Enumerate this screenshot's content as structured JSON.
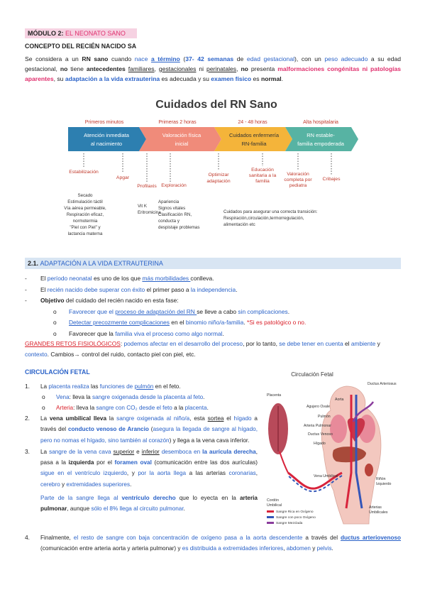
{
  "module_header": {
    "prefix": "MÓDULO 2:",
    "title": "EL NEONATO SANO"
  },
  "concept_title": "CONCEPTO DEL RECIÉN NACIDO SA",
  "intro": {
    "t1": "Se considera a un ",
    "t2": "RN sano",
    "t3": " cuando ",
    "t4": "nace ",
    "t5": "a término",
    "t6": " (",
    "t7": "37- 42 semanas",
    "t8": " de ",
    "t9": "edad gestacional",
    "t10": "), con un ",
    "t11": "peso adecuado",
    "t12": " a su edad gestacional, ",
    "t13": "no",
    "t14": " tiene ",
    "t15": "antecedentes",
    "t16": " ",
    "t17": "familiares",
    "t18": ", ",
    "t19": "gestacionales",
    "t20": " ni ",
    "t21": "perinatales",
    "t22": ", ",
    "t23": "no",
    "t24": " presenta ",
    "t25": "malformaciones congénitas ni patologías aparentes",
    "t26": ", su ",
    "t27": "adaptación a la vida extrauterina",
    "t28": " es adecuada y su ",
    "t29": "examen físico",
    "t30": " es ",
    "t31": "normal",
    "t32": "."
  },
  "infographic": {
    "title": "Cuidados del RN Sano",
    "phases": [
      {
        "label": "Primeros minutos",
        "box": "Atención inmediata al nacimiento",
        "color": "#2d7fb0"
      },
      {
        "label": "Primeras 2 horas",
        "box": "Valoración física inicial",
        "color": "#f08b7a"
      },
      {
        "label": "24 - 48 horas",
        "box": "Cuidados enfermería RN-familia",
        "color": "#f4b43a"
      },
      {
        "label": "Alta hospitalaria",
        "box": "RN estable- familia empoderada",
        "color": "#57b3a3"
      }
    ],
    "milestones": [
      {
        "label": "Estabilización",
        "desc": "Secado\nEstimulación táctil\nVía aérea permeable,\nRespiración eficaz,\nnormotermia\n\"Piel con Piel\" y\nlactancia materna"
      },
      {
        "label": "Apgar",
        "desc": ""
      },
      {
        "label": "Profilaxis",
        "desc": "Vit K\nEritromicina"
      },
      {
        "label": "Exploración",
        "desc": "Apariencia\nSignos vitales\nClasificación RN,\nconducta y\ndespistaje problemas"
      },
      {
        "label": "Optimizar adaptación",
        "desc": ""
      },
      {
        "label": "Educación sanitaria a la familia",
        "desc": ""
      },
      {
        "label": "Valoración completa por pediatra",
        "desc": ""
      },
      {
        "label": "Cribajes",
        "desc": ""
      }
    ],
    "transition_note": "Cuidados para asegurar una correcta transición: Respiración,circulación,termorregulación, alimentación etc"
  },
  "section21": {
    "num": "2.1.",
    "title": "ADAPTACIÓN A LA VIDA EXTRAUTERINA"
  },
  "bullets": {
    "b1": {
      "a": "El ",
      "b": "período neonatal",
      "c": " es uno de los que ",
      "d": "más morbilidades ",
      "e": "conlleva."
    },
    "b2": {
      "a": "El ",
      "b": "recién nacido debe superar con éxito",
      "c": " el primer paso a ",
      "d": "la independencia",
      "e": "."
    },
    "b3": {
      "a": "Objetivo",
      "b": " del cuidado del recién nacido en esta fase:"
    },
    "s1": {
      "a": "Favorecer que el ",
      "b": "proceso de adaptación del RN ",
      "c": "se lleve a cabo ",
      "d": "sin complicaciones",
      "e": "."
    },
    "s2": {
      "a": "Detectar precozmente complicaciones",
      "b": " en el ",
      "c": "binomio niño/a-familia",
      "d": ". ",
      "e": "*Si es patológico o no."
    },
    "s3": {
      "a": "Favorecer que la ",
      "b": "familia viva el proceso como algo normal",
      "c": "."
    }
  },
  "retos": {
    "a": "GRANDES RETOS FISIOLÓGICOS",
    "b": ": ",
    "c": "podemos afectar en el desarrollo del proceso",
    "d": ", por lo tanto, ",
    "e": "se debe tener en cuenta",
    "f": " el ",
    "g": "ambiente",
    "h": " y ",
    "i": "contexto",
    "j": ". Cambios→  control del ruido, contacto piel con piel, etc."
  },
  "fetal": {
    "title": "CIRCULACIÓN FETAL",
    "items": {
      "n1": "1.",
      "n2": "2.",
      "n3": "3.",
      "n4": "4.",
      "i1": {
        "a": "La ",
        "b": "placenta realiza",
        "c": " las ",
        "d": "funciones de ",
        "e": "pulmón",
        "f": " en el feto."
      },
      "i1a": {
        "a": "Vena",
        "b": ": lleva la ",
        "c": "sangre oxigenada desde la placenta al feto",
        "d": "."
      },
      "i1b": {
        "a": "Arteria",
        "b": ": lleva la ",
        "c": "sangre con CO₂ desde el feto",
        "d": " a la ",
        "e": "placenta",
        "f": "."
      },
      "i2": {
        "a": "La ",
        "b": "vena umbilical lleva",
        "c": " la ",
        "d": "sangre oxigenada al niño/a",
        "e": ", esta ",
        "f": "sortea",
        "g": " el ",
        "h": "hígado",
        "i": " a través del ",
        "j": "conducto venoso de Arancio",
        "k": " (",
        "l": "asegura la llegada de sangre al hígado, pero no nomas el hígado, sino también al corazón",
        "m": ") y llega a la vena cava inferior."
      },
      "i3": {
        "a": "La ",
        "b": "sangre de la vena cava ",
        "c": "superior",
        "d": " e ",
        "e": "inferior",
        "f": " desemboca en ",
        "g": "la aurícula derecha",
        "h": ", pasa a la ",
        "i": "izquierda",
        "j": " por el ",
        "k": "foramen oval",
        "l": " (comunicación entre las dos aurículas) ",
        "m": "sigue en el ventrículo izquierdo",
        "n": ", y ",
        "o": "por la aorta llega",
        "p": " a las arterias ",
        "q": "coronarias",
        "r": ", ",
        "s": "cerebro",
        "t": " y ",
        "u": "extremidades superiores",
        "v": "."
      },
      "i3b": {
        "a": "Parte de la sangre llega al ",
        "b": "ventrículo derecho",
        "c": " que lo eyecta en la ",
        "d": "arteria pulmonar",
        "e": ", aunque ",
        "f": "sólo el 8% llega al circuito pulmonar",
        "g": "."
      },
      "i4": {
        "a": "Finalmente, ",
        "b": "el resto de sangre con baja concentración de oxígeno pasa a la aorta descendente",
        "c": " a través del ",
        "d": "ductus arteriovenoso",
        "e": " (comunicación entre arteria aorta y arteria pulmonar) y ",
        "f": "es distribuida a extremidades inferiores",
        "g": ", ",
        "h": "abdomen",
        "i": " y ",
        "j": "pelvis",
        "k": "."
      }
    },
    "diagram": {
      "title": "Circulación Fetal",
      "labels": {
        "ductus": "Ductus Arteriosus",
        "aorta": "Aorta",
        "agujero": "Agujero Ovale",
        "pulmon": "Pulmón",
        "arteria_pulm": "Arteria Pulmonar",
        "ductus_venoso": "Ductus Venoso",
        "higado": "Hígado",
        "placenta": "Placenta",
        "cordon": "Cordón Umbilical",
        "vena_umb": "Vena Umbilical",
        "arterias_umb": "Arterias Umbilicales",
        "rinon": "Riñón Izquierdo"
      },
      "legend": [
        {
          "label": "Sangre Rica en Oxígeno",
          "color": "#d8243c"
        },
        {
          "label": "Sangre con poco Oxígeno",
          "color": "#3355b8"
        },
        {
          "label": "Sangre Mezclada",
          "color": "#8a3c9c"
        }
      ]
    }
  },
  "colors": {
    "pink": "#e0306e",
    "blue": "#2a62c8",
    "red": "#d9202a",
    "header_bg": "#f6d2e2",
    "section_bg": "#d8e5f3"
  }
}
